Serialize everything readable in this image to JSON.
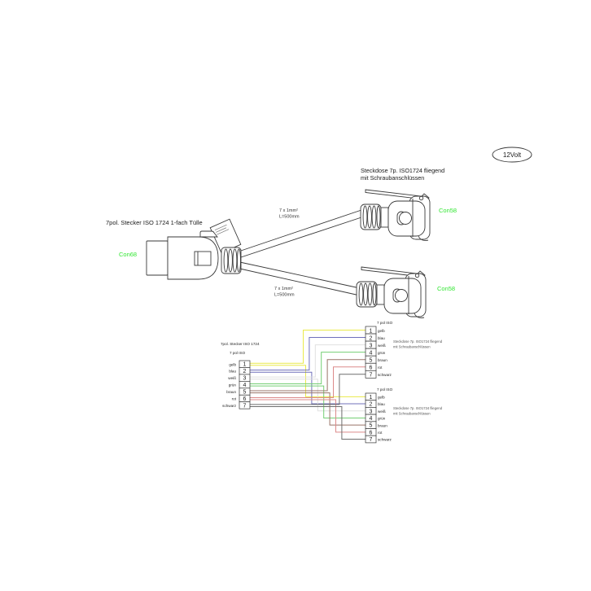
{
  "badge": {
    "label": "12Volt"
  },
  "plug": {
    "label": "7pol. Stecker ISO 1724 1-fach Tülle",
    "ref": "Con68"
  },
  "socket_top": {
    "label_line1": "Steckdose 7p. ISO1724 fliegend",
    "label_line2": "mit Schraubanschlüssen",
    "ref": "Con58"
  },
  "socket_bottom": {
    "ref": "Con58"
  },
  "cable_top": {
    "spec": "7 x 1mm²",
    "length": "L=500mm"
  },
  "cable_bottom": {
    "spec": "7 x 1mm²",
    "length": "L=500mm"
  },
  "wiring": {
    "plug_block": {
      "title": "7pol. Stecker ISO 1724",
      "subtitle": "7 pol ISO"
    },
    "socket_block_top": {
      "title": "7 pol ISO",
      "note_line1": "Steckdose 7p. ISO1724 fliegend",
      "note_line2": "mit Schraubanschlüssen"
    },
    "socket_block_bottom": {
      "title": "7 pol ISO",
      "note_line1": "Steckdose 7p. ISO1724 fliegend",
      "note_line2": "mit Schraubanschlüssen"
    },
    "pins": [
      {
        "number": "1",
        "color_name": "gelb",
        "hex": "#eaea4a"
      },
      {
        "number": "2",
        "color_name": "blau",
        "hex": "#7070bb"
      },
      {
        "number": "3",
        "color_name": "weiß",
        "hex": "#e0e0e0"
      },
      {
        "number": "4",
        "color_name": "grün",
        "hex": "#74cf74"
      },
      {
        "number": "5",
        "color_name": "braun",
        "hex": "#997468"
      },
      {
        "number": "6",
        "color_name": "rot",
        "hex": "#dc8a8a"
      },
      {
        "number": "7",
        "color_name": "schwarz",
        "hex": "#6e6e6e"
      }
    ]
  },
  "colors": {
    "ref_label": "#33e633",
    "line": "#3a3a3a",
    "note_text": "#555555"
  }
}
